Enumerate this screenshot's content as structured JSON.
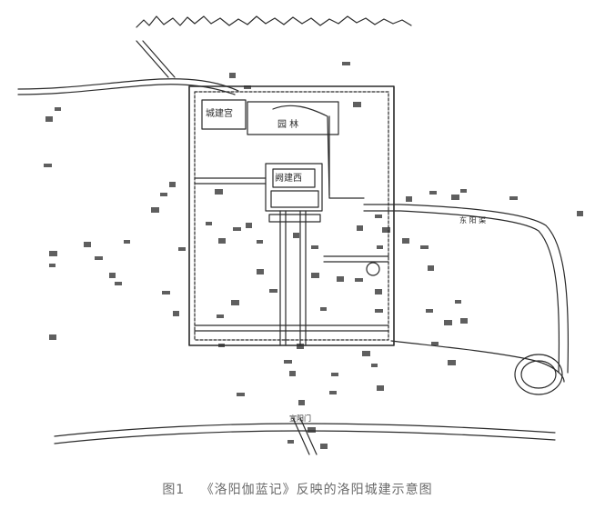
{
  "caption": {
    "fig_no": "图1",
    "title": "《洛阳伽蓝记》反映的洛阳城建示意图"
  },
  "map": {
    "labels": {
      "palace": "城建宫",
      "garden": "园 林",
      "inner_palace": "阙建西",
      "river_east": "东 阳 渠",
      "gate_south": "宣阳门"
    }
  },
  "colors": {
    "ink": "#2a2a2a",
    "caption": "#6a6a6a",
    "paper": "#ffffff"
  }
}
